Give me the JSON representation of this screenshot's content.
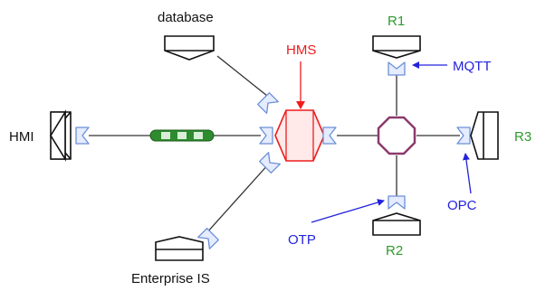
{
  "labels": {
    "database": "database",
    "hmi": "HMI",
    "enterprise": "Enterprise IS",
    "hms": "HMS",
    "r1": "R1",
    "r2": "R2",
    "r3": "R3",
    "mqtt": "MQTT",
    "opc": "OPC",
    "otp": "OTP"
  },
  "colors": {
    "line": "#333333",
    "hms": "#ee1c1c",
    "robot_label": "#2e9a2e",
    "protocol": "#2323dd",
    "connector": "#6b8fd6",
    "router": "#8b3a6b",
    "bus": "#2e8b2e"
  }
}
